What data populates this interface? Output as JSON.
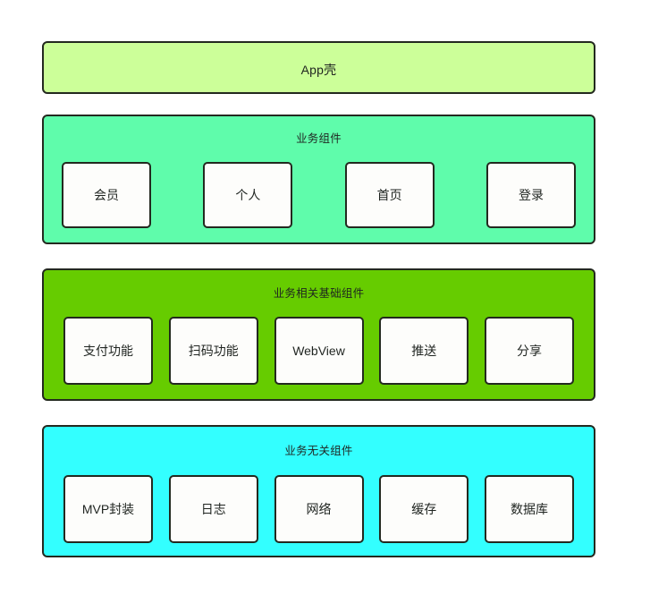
{
  "diagram": {
    "background": "#ffffff",
    "border_color": "#23291f",
    "text_color": "#1f2420",
    "layers": [
      {
        "id": "app-shell",
        "title": "App壳",
        "fill": "#ccff99",
        "items": []
      },
      {
        "id": "business-components",
        "title": "业务组件",
        "fill": "#5ffcab",
        "items": [
          {
            "label": "会员"
          },
          {
            "label": "个人"
          },
          {
            "label": "首页"
          },
          {
            "label": "登录"
          }
        ]
      },
      {
        "id": "business-base-components",
        "title": "业务相关基础组件",
        "fill": "#66cc00",
        "items": [
          {
            "label": "支付功能"
          },
          {
            "label": "扫码功能"
          },
          {
            "label": "WebView"
          },
          {
            "label": "推送"
          },
          {
            "label": "分享"
          }
        ]
      },
      {
        "id": "business-agnostic-components",
        "title": "业务无关组件",
        "fill": "#33ffff",
        "items": [
          {
            "label": "MVP封装"
          },
          {
            "label": "日志"
          },
          {
            "label": "网络"
          },
          {
            "label": "缓存"
          },
          {
            "label": "数据库"
          }
        ]
      }
    ]
  }
}
